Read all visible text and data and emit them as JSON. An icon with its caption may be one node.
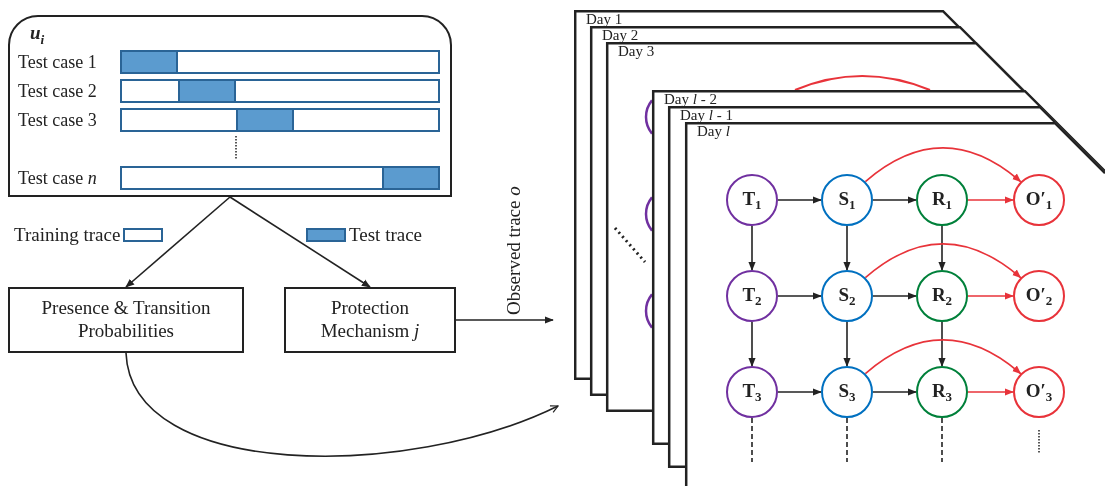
{
  "diagram": {
    "nodes": [
      {
        "text": [
          "u$_{i}$"
        ]
      },
      {
        "text": [
          "Presence & Transition Probabilities"
        ]
      },
      {
        "text": [
          "Protection Mechanism *j*"
        ]
      },
      {
        "text": [
          "T$_{1}$"
        ]
      },
      {
        "text": [
          "S$_{1}$"
        ]
      },
      {
        "text": [
          "R$_{1}$"
        ]
      },
      {
        "text": [
          "O′$_{1}$"
        ]
      },
      {
        "text": [
          "T$_{2}$"
        ]
      },
      {
        "text": [
          "S$_{2}$"
        ]
      },
      {
        "text": [
          "R$_{2}$"
        ]
      },
      {
        "text": [
          "O′$_{2}$"
        ]
      },
      {
        "text": [
          "T$_{3}$"
        ]
      },
      {
        "text": [
          "S$_{3}$"
        ]
      },
      {
        "text": [
          "R$_{3}$"
        ]
      },
      {
        "text": [
          "O′$_{3}$"
        ]
      }
    ],
    "edges": [
      {
        "from": 0,
        "to": 1,
        "arrow": "to"
      },
      {
        "from": 0,
        "to": 2,
        "arrow": "to"
      },
      {
        "from": 2,
        "to": null,
        "arrow": "to",
        "label": "Observed trace *o*"
      },
      {
        "from": 1,
        "to": null,
        "arrow": "to"
      },
      {
        "from": 3,
        "to": 4,
        "arrow": "to"
      },
      {
        "from": 4,
        "to": 5,
        "arrow": "to"
      },
      {
        "from": 5,
        "to": 6,
        "arrow": "to",
        "color": "#e8333a"
      },
      {
        "from": 4,
        "to": 6,
        "arrow": "to",
        "color": "#e8333a"
      },
      {
        "from": 3,
        "to": 7,
        "arrow": "to"
      },
      {
        "from": 4,
        "to": 8,
        "arrow": "to"
      },
      {
        "from": 5,
        "to": 9,
        "arrow": "to"
      },
      {
        "from": 7,
        "to": 8,
        "arrow": "to"
      },
      {
        "from": 8,
        "to": 9,
        "arrow": "to"
      },
      {
        "from": 9,
        "to": 10,
        "arrow": "to",
        "color": "#e8333a"
      },
      {
        "from": 8,
        "to": 10,
        "arrow": "to",
        "color": "#e8333a"
      },
      {
        "from": 7,
        "to": 11,
        "arrow": "to"
      },
      {
        "from": 8,
        "to": 12,
        "arrow": "to"
      },
      {
        "from": 9,
        "to": 13,
        "arrow": "to"
      },
      {
        "from": 11,
        "to": 12,
        "arrow": "to"
      },
      {
        "from": 12,
        "to": 13,
        "arrow": "to"
      },
      {
        "from": 13,
        "to": 14,
        "arrow": "to",
        "color": "#e8333a"
      },
      {
        "from": 12,
        "to": 14,
        "arrow": "to",
        "color": "#e8333a"
      },
      {
        "from": 11,
        "to": null,
        "arrow": "none",
        "style": "dashed"
      },
      {
        "from": 12,
        "to": null,
        "arrow": "none",
        "style": "dashed"
      },
      {
        "from": 13,
        "to": null,
        "arrow": "none",
        "style": "dashed"
      }
    ],
    "labels": [
      "Test case 1",
      "Test case 2",
      "Test case 3",
      "Test case *n*",
      "Day 1",
      "Day 2",
      "Day 3",
      "Day *l* - 2",
      "Day *l* - 1",
      "Day *l*"
    ],
    "legend": [
      {
        "text": "Training trace"
      },
      {
        "text": "Test trace",
        "color": "#5b9bcf"
      }
    ]
  }
}
